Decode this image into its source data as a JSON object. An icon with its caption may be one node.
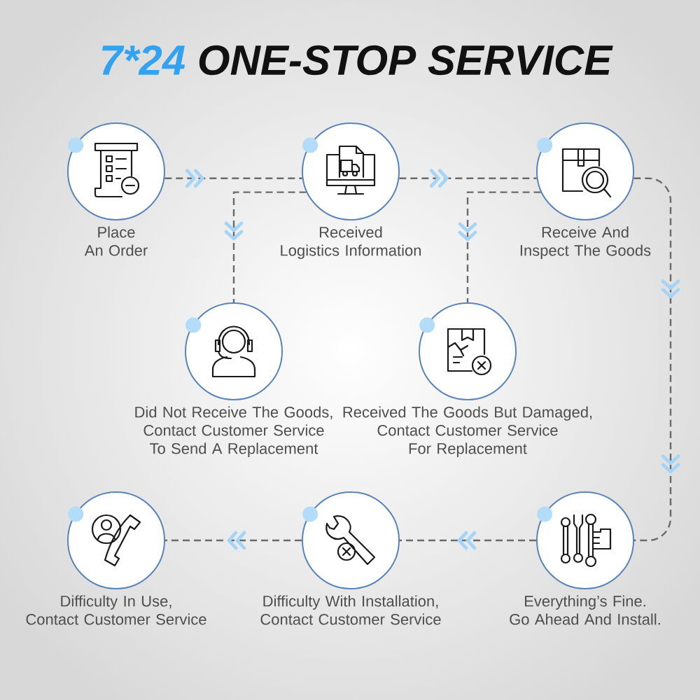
{
  "diagram": {
    "title": "7*24 ONE-STOP SERVICE",
    "nodes": [
      {
        "text": [
          "Place An Order"
        ]
      },
      {
        "text": [
          "Received Logistics Information"
        ]
      },
      {
        "text": [
          "Receive And Inspect The Goods"
        ]
      },
      {
        "text": [
          "Did Not Receive The Goods, Contact Customer Service To Send A Replacement"
        ]
      },
      {
        "text": [
          "Received The Goods But Damaged, Contact Customer Service For Replacement"
        ]
      },
      {
        "text": [
          "Difficulty In Use, Contact Customer Service"
        ]
      },
      {
        "text": [
          "Difficulty With Installation, Contact Customer Service"
        ]
      },
      {
        "text": [
          "Everything’s Fine. Go Ahead And Install."
        ]
      }
    ],
    "edges": [
      {
        "from": 0,
        "to": 1,
        "arrow": "to",
        "style": "dashed"
      },
      {
        "from": 1,
        "to": 2,
        "arrow": "to",
        "style": "dashed"
      },
      {
        "from": 1,
        "to": 3,
        "arrow": "to",
        "style": "dashed"
      },
      {
        "from": 2,
        "to": 4,
        "arrow": "to",
        "style": "dashed"
      },
      {
        "from": 2,
        "to": 7,
        "arrow": "to",
        "style": "dashed"
      },
      {
        "from": 7,
        "to": 6,
        "arrow": "to",
        "style": "dashed"
      },
      {
        "from": 6,
        "to": 5,
        "arrow": "to",
        "style": "dashed"
      }
    ]
  }
}
